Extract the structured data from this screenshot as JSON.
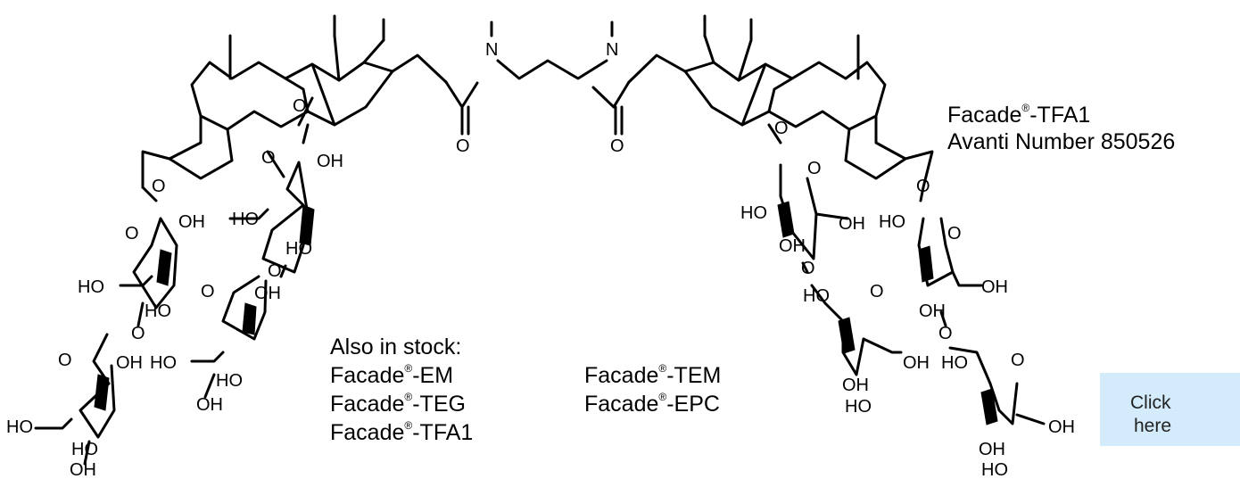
{
  "product": {
    "name": "Facade",
    "registered_mark": "®",
    "name_suffix": "-TFA1",
    "number_text": "Avanti Number 850526"
  },
  "stock": {
    "heading": "Also in stock:",
    "items": [
      {
        "prefix": "Facade",
        "mark": "®",
        "suffix": "-EM"
      },
      {
        "prefix": "Facade",
        "mark": "®",
        "suffix": "-TEG"
      },
      {
        "prefix": "Facade",
        "mark": "®",
        "suffix": "-TFA1"
      },
      {
        "prefix": "Facade",
        "mark": "®",
        "suffix": "-TEM"
      },
      {
        "prefix": "Facade",
        "mark": "®",
        "suffix": "-EPC"
      }
    ]
  },
  "button": {
    "line1": "Click",
    "line2": "here"
  },
  "structure_labels": {
    "nitrogen": "N",
    "oxygen": "O",
    "hydroxyl_right": "OH",
    "hydroxyl_left": "HO"
  }
}
